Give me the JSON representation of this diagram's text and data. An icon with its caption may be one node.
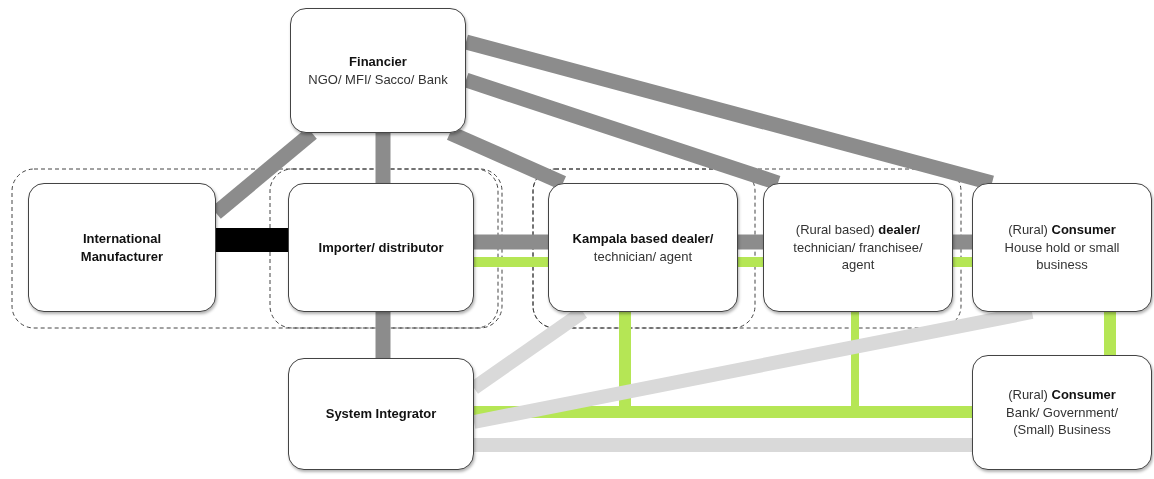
{
  "diagram": {
    "nodes": [
      {
        "text": [
          "**Financier**",
          "NGO/ MFI/ Sacco/ Bank"
        ]
      },
      {
        "text": [
          "**International Manufacturer**"
        ]
      },
      {
        "text": [
          "**Importer/ distributor**"
        ]
      },
      {
        "text": [
          "**Kampala based dealer/** technician/ agent"
        ]
      },
      {
        "text": [
          "(Rural based) **dealer/** technician/ franchisee/ agent"
        ]
      },
      {
        "text": [
          "(Rural) **Consumer**",
          "House hold or small business"
        ]
      },
      {
        "text": [
          "**System Integrator**"
        ]
      },
      {
        "text": [
          "(Rural) **Consumer**",
          "Bank/ Government/ (Small) Business"
        ]
      }
    ],
    "edges": [
      {
        "from": 0,
        "to": 1,
        "arrow": "none"
      },
      {
        "from": 0,
        "to": 2,
        "arrow": "none"
      },
      {
        "from": 0,
        "to": 3,
        "arrow": "none"
      },
      {
        "from": 0,
        "to": 4,
        "arrow": "none"
      },
      {
        "from": 0,
        "to": 5,
        "arrow": "none"
      },
      {
        "from": 2,
        "to": 3,
        "arrow": "none"
      },
      {
        "from": 3,
        "to": 4,
        "arrow": "none"
      },
      {
        "from": 4,
        "to": 5,
        "arrow": "none"
      },
      {
        "from": 2,
        "to": 6,
        "arrow": "none"
      },
      {
        "from": 1,
        "to": 2,
        "arrow": "none",
        "color": "#000000"
      },
      {
        "from": 2,
        "to": 3,
        "arrow": "none",
        "color": "#b5e655"
      },
      {
        "from": 3,
        "to": 4,
        "arrow": "none",
        "color": "#b5e655"
      },
      {
        "from": 4,
        "to": 5,
        "arrow": "none",
        "color": "#b5e655"
      },
      {
        "from": 3,
        "to": 7,
        "arrow": "none",
        "color": "#b5e655"
      },
      {
        "from": 4,
        "to": 7,
        "arrow": "none",
        "color": "#b5e655"
      },
      {
        "from": 5,
        "to": 7,
        "arrow": "none",
        "color": "#b5e655"
      },
      {
        "from": 6,
        "to": 7,
        "arrow": "none",
        "color": "#b5e655"
      },
      {
        "from": 6,
        "to": 3,
        "arrow": "none",
        "color": "#d9d9d9"
      },
      {
        "from": 6,
        "to": 5,
        "arrow": "none",
        "color": "#d9d9d9"
      },
      {
        "from": 6,
        "to": 7,
        "arrow": "none",
        "color": "#d9d9d9"
      }
    ]
  }
}
